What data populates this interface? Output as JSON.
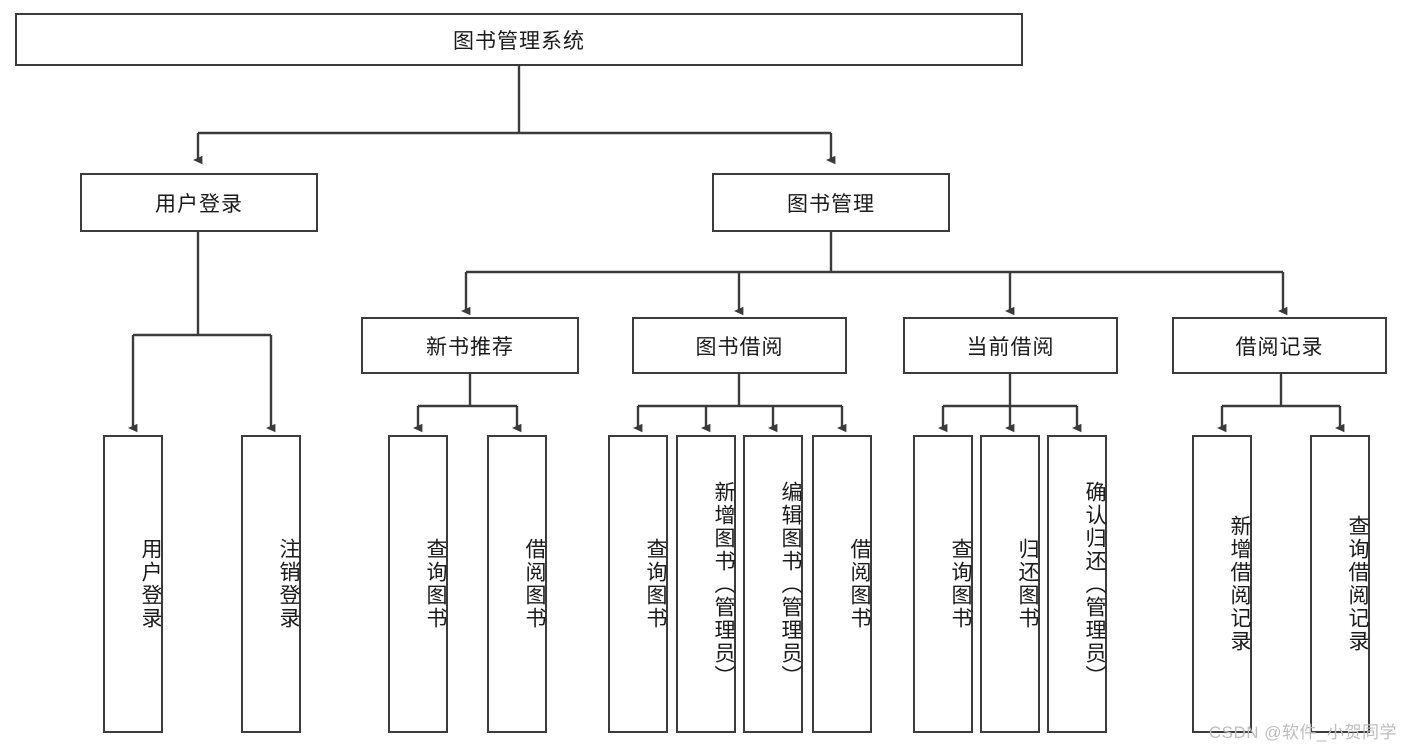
{
  "diagram": {
    "title": "图书管理系统",
    "watermark": "CSDN @软件_小贺同学",
    "colors": {
      "stroke": "#3b3b3b",
      "background": "#ffffff",
      "text": "#1a1a1a",
      "watermark": "#bdbdbd"
    },
    "root": {
      "label": "图书管理系统"
    },
    "level1": [
      {
        "label": "用户登录"
      },
      {
        "label": "图书管理"
      }
    ],
    "level2": [
      {
        "label": "新书推荐"
      },
      {
        "label": "图书借阅"
      },
      {
        "label": "当前借阅"
      },
      {
        "label": "借阅记录"
      }
    ],
    "leaves": {
      "user_login": [
        {
          "label": "用户登录"
        },
        {
          "label": "注销登录"
        }
      ],
      "new_book": [
        {
          "label": "查询图书"
        },
        {
          "label": "借阅图书"
        }
      ],
      "book_borrow": [
        {
          "label": "查询图书"
        },
        {
          "label": "新增图书（管理员）"
        },
        {
          "label": "编辑图书（管理员）"
        },
        {
          "label": "借阅图书"
        }
      ],
      "current_borrow": [
        {
          "label": "查询图书"
        },
        {
          "label": "归还图书"
        },
        {
          "label": "确认归还（管理员）"
        }
      ],
      "borrow_record": [
        {
          "label": "新增借阅记录"
        },
        {
          "label": "查询借阅记录"
        }
      ]
    }
  }
}
